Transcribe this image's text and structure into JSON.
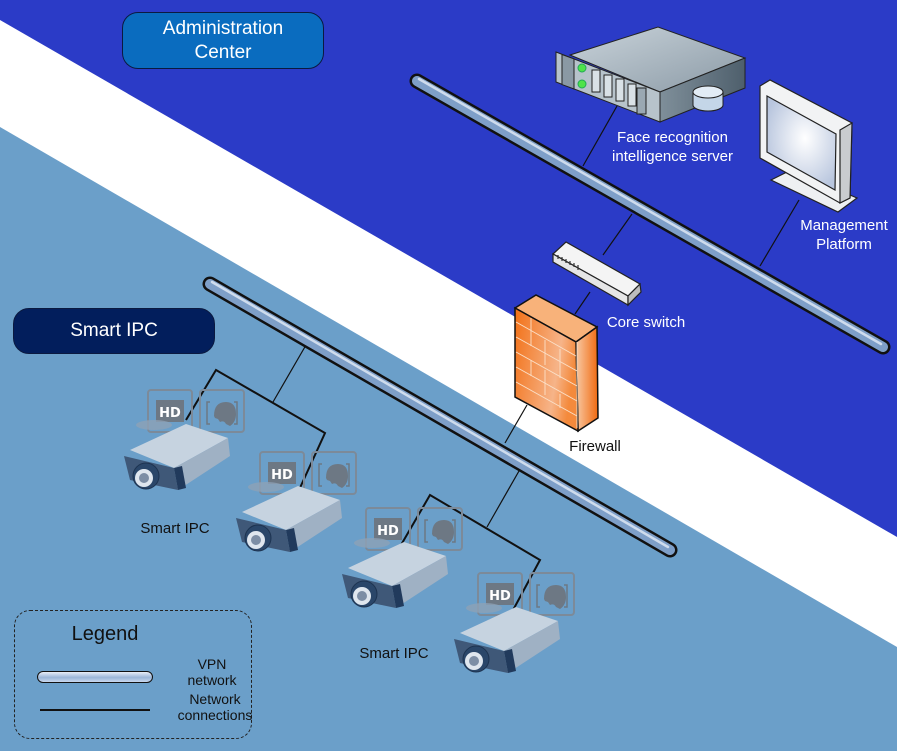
{
  "colors": {
    "admin_zone": "#2b3bc7",
    "separator_band": "#ffffff",
    "ipc_zone": "#6b9fc9",
    "admin_pill": "#0a6cbf",
    "ipc_pill": "#021e5c",
    "firewall": "#f57a1f",
    "pipe_light": "#dfe8f5",
    "pipe_dark": "#8fb0d6",
    "connection_line": "#111111"
  },
  "zones": {
    "admin_center": {
      "label_line1": "Administration",
      "label_line2": "Center"
    },
    "smart_ipc": {
      "label": "Smart IPC"
    }
  },
  "devices": {
    "server": {
      "icon": "rack-server-icon",
      "label_line1": "Face recognition",
      "label_line2": "intelligence server"
    },
    "monitor": {
      "icon": "monitor-icon",
      "label_line1": "Management",
      "label_line2": "Platform"
    },
    "core_switch": {
      "icon": "network-switch-icon",
      "label": "Core switch"
    },
    "firewall": {
      "icon": "firewall-icon",
      "label": "Firewall"
    },
    "cameras": [
      {
        "icon": "ip-camera-icon",
        "badges": [
          "HD",
          "face-recognition"
        ]
      },
      {
        "icon": "ip-camera-icon",
        "badges": [
          "HD",
          "face-recognition"
        ]
      },
      {
        "icon": "ip-camera-icon",
        "badges": [
          "HD",
          "face-recognition"
        ]
      },
      {
        "icon": "ip-camera-icon",
        "badges": [
          "HD",
          "face-recognition"
        ]
      }
    ],
    "camera_group_labels": [
      "Smart IPC",
      "Smart IPC"
    ],
    "hd_badge_text": "HD"
  },
  "legend": {
    "title": "Legend",
    "items": [
      {
        "symbol": "pipe",
        "label_line1": "VPN",
        "label_line2": "network"
      },
      {
        "symbol": "line",
        "label_line1": "Network",
        "label_line2": "connections"
      }
    ]
  }
}
